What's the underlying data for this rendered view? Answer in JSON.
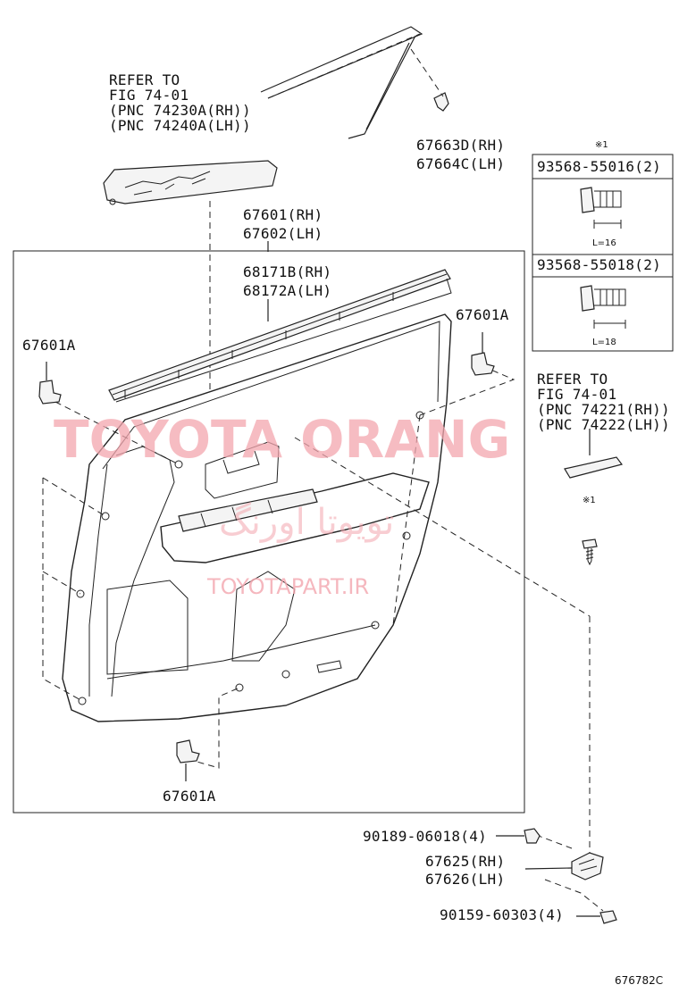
{
  "labels": {
    "refer_top": [
      "REFER TO",
      "FIG 74-01",
      "(PNC 74230A(RH))",
      "(PNC 74240A(LH))"
    ],
    "clip_top": [
      "67663D(RH)",
      "67664C(LH)"
    ],
    "panel": [
      "67601(RH)",
      "67602(LH)"
    ],
    "weatherstrip": [
      "68171B(RH)",
      "68172A(LH)"
    ],
    "clip_left": "67601A",
    "clip_right": "67601A",
    "clip_bottom": "67601A",
    "refer_right": [
      "REFER TO",
      "FIG 74-01",
      "(PNC 74221(RH))",
      "(PNC 74222(LH))"
    ],
    "mark_note": "※1",
    "mark_screw": "※1",
    "nut": "90189-06018(4)",
    "bracket": [
      "67625(RH)",
      "67626(LH)"
    ],
    "screw": "90159-60303(4)",
    "figure_code": "676782C"
  },
  "bolt_table": {
    "rows": [
      {
        "part": "93568-55016(2)",
        "length": "L=16"
      },
      {
        "part": "93568-55018(2)",
        "length": "L=18"
      }
    ]
  },
  "watermark": {
    "brand": "TOYOTA ORANG",
    "site": "TOYOTAPART.IR",
    "arabic": "تویوتا اورنگ"
  }
}
